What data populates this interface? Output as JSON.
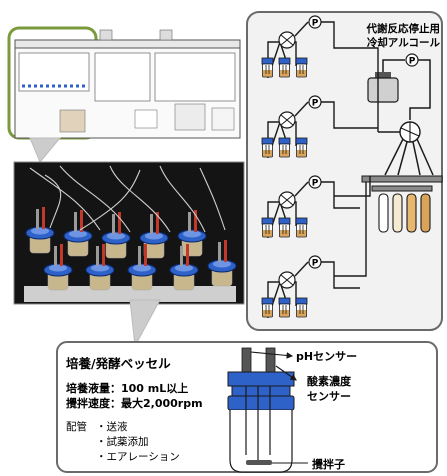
{
  "colors": {
    "outline": "#1a1a1a",
    "olive_frame": "#7a9a3c",
    "vessel_blue": "#2f62c8",
    "medium": "#d9a45a",
    "panel_gray": "#f2f2f2",
    "photo_bg": "#141414"
  },
  "schematic": {
    "stop_reagent_label_line1": "代謝反応停止用",
    "stop_reagent_label_line2": "冷却アルコール",
    "pump_symbol": "P",
    "unit_count": 4
  },
  "vessel_panel": {
    "title": "培養/発酵ベッセル",
    "spec_volume": "培養液量：100 mL以上",
    "spec_stirring": "攪拌速度：最大2,000rpm",
    "piping_label": "配管",
    "piping_items": [
      "・送液",
      "・試薬添加",
      "・エアレーション"
    ]
  },
  "vessel_callouts": {
    "ph_sensor": "pHセンサー",
    "do_sensor_line1": "酸素濃度",
    "do_sensor_line2": "センサー",
    "stirrer": "攪拌子"
  }
}
